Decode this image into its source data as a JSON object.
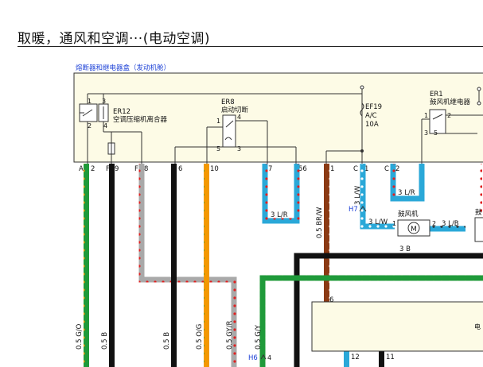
{
  "page": {
    "title": "取暖，通风和空调···(电动空调)"
  },
  "fuse_box": {
    "label": "熔断器和继电器盒（发动机舱）"
  },
  "relays": {
    "er12": {
      "code": "ER12",
      "name": "空调压缩机离合器",
      "pins": [
        "1",
        "3",
        "2",
        "4"
      ]
    },
    "er8": {
      "code": "ER8",
      "name": "启动切断",
      "pins": [
        "1",
        "4",
        "5",
        "3"
      ]
    },
    "er1": {
      "code": "ER1",
      "name": "鼓风机继电器",
      "pins": [
        "1",
        "2",
        "3",
        "5"
      ]
    }
  },
  "fuse": {
    "code": "EF19",
    "name": "A/C",
    "rating": "10A"
  },
  "connector_pins": [
    {
      "connector": "A",
      "pin": "2"
    },
    {
      "connector": "F",
      "pin": "9"
    },
    {
      "connector": "F",
      "pin": "8"
    },
    {
      "connector": "",
      "pin": "6"
    },
    {
      "connector": "",
      "pin": "10"
    },
    {
      "connector": "",
      "pin": "7"
    },
    {
      "connector": "",
      "pin": "56"
    },
    {
      "connector": "",
      "pin": "1"
    },
    {
      "connector": "C",
      "pin": "1"
    },
    {
      "connector": "C",
      "pin": "2"
    }
  ],
  "wires": {
    "w_go": "0.5 G/O",
    "w_b1": "0.5 B",
    "w_b2": "0.5 B",
    "w_og": "0.5 O/G",
    "w_gyr": "0.5 GY/R",
    "w_gy": "0.5 G/Y",
    "w_brw": "0.5 BR/W",
    "w_lr1": "3 L/R",
    "w_lw_v": "3 L/W",
    "w_lr2": "3 L/R",
    "w_lw_h": "3 L/W",
    "w_lb": "3 L/B",
    "w_3b": "3 B"
  },
  "blower": {
    "name": "鼓风机",
    "symbol": "M",
    "pin_left": "1",
    "pin_right": "2"
  },
  "right_component": {
    "name": "鼓"
  },
  "module": {
    "name": "电",
    "pin_top": "6",
    "pins_bottom": [
      "12",
      "11"
    ]
  },
  "junctions": {
    "h7": "H7",
    "h6": "H6",
    "h6_pin": "4"
  }
}
